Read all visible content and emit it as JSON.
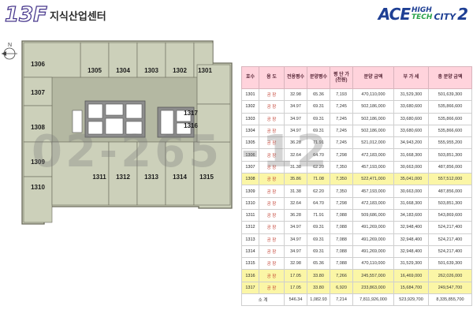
{
  "header": {
    "floor": "13F",
    "floor_name": "지식산업센터",
    "logo_ace": "ACE",
    "logo_high": "HIGH",
    "logo_tech": "TECH",
    "logo_city": "CITY",
    "logo_num": "2"
  },
  "plan": {
    "north_label": "N",
    "rooms_top": [
      "1305",
      "1304",
      "1303",
      "1302",
      "1301"
    ],
    "rooms_left": [
      "1306",
      "1307",
      "1308",
      "1309",
      "1310"
    ],
    "rooms_bottom": [
      "1311",
      "1312",
      "1313",
      "1314",
      "1315"
    ],
    "rooms_right": [
      "1317",
      "1316"
    ]
  },
  "watermark": "02-265 -12",
  "table": {
    "headers": [
      "호수",
      "용 도",
      "전용평수",
      "분양평수",
      "평 단 가\n(천원)",
      "분양 금액",
      "부 가 세",
      "총 분양 금액"
    ],
    "rows": [
      {
        "unit": "1301",
        "use": "공 장",
        "net": "32.98",
        "sale": "65.36",
        "ppp": "7,193",
        "price": "470,110,000",
        "vat": "31,529,300",
        "total": "501,639,300",
        "hl": false
      },
      {
        "unit": "1302",
        "use": "공 장",
        "net": "34.97",
        "sale": "69.31",
        "ppp": "7,245",
        "price": "502,186,000",
        "vat": "33,680,600",
        "total": "535,866,600",
        "hl": false
      },
      {
        "unit": "1303",
        "use": "공 장",
        "net": "34.97",
        "sale": "69.31",
        "ppp": "7,245",
        "price": "502,186,000",
        "vat": "33,680,600",
        "total": "535,866,600",
        "hl": false
      },
      {
        "unit": "1304",
        "use": "공 장",
        "net": "34.97",
        "sale": "69.31",
        "ppp": "7,245",
        "price": "502,186,000",
        "vat": "33,680,600",
        "total": "535,866,600",
        "hl": false
      },
      {
        "unit": "1305",
        "use": "공 장",
        "net": "36.28",
        "sale": "71.91",
        "ppp": "7,245",
        "price": "521,012,000",
        "vat": "34,943,200",
        "total": "555,955,200",
        "hl": false
      },
      {
        "unit": "1306",
        "use": "공 장",
        "net": "32.64",
        "sale": "64.70",
        "ppp": "7,298",
        "price": "472,183,000",
        "vat": "31,668,300",
        "total": "503,851,300",
        "hl": false
      },
      {
        "unit": "1307",
        "use": "공 장",
        "net": "31.38",
        "sale": "62.20",
        "ppp": "7,350",
        "price": "457,193,000",
        "vat": "30,663,000",
        "total": "487,856,000",
        "hl": false
      },
      {
        "unit": "1308",
        "use": "공 장",
        "net": "35.86",
        "sale": "71.08",
        "ppp": "7,350",
        "price": "522,471,000",
        "vat": "35,041,000",
        "total": "557,512,000",
        "hl": true
      },
      {
        "unit": "1309",
        "use": "공 장",
        "net": "31.38",
        "sale": "62.20",
        "ppp": "7,350",
        "price": "457,193,000",
        "vat": "30,663,000",
        "total": "487,856,000",
        "hl": false
      },
      {
        "unit": "1310",
        "use": "공 장",
        "net": "32.64",
        "sale": "64.70",
        "ppp": "7,298",
        "price": "472,183,000",
        "vat": "31,668,300",
        "total": "503,851,300",
        "hl": false
      },
      {
        "unit": "1311",
        "use": "공 장",
        "net": "36.28",
        "sale": "71.91",
        "ppp": "7,088",
        "price": "509,686,000",
        "vat": "34,183,600",
        "total": "543,869,600",
        "hl": false
      },
      {
        "unit": "1312",
        "use": "공 장",
        "net": "34.97",
        "sale": "69.31",
        "ppp": "7,088",
        "price": "491,269,000",
        "vat": "32,948,400",
        "total": "524,217,400",
        "hl": false
      },
      {
        "unit": "1313",
        "use": "공 장",
        "net": "34.97",
        "sale": "69.31",
        "ppp": "7,088",
        "price": "491,269,000",
        "vat": "32,948,400",
        "total": "524,217,400",
        "hl": false
      },
      {
        "unit": "1314",
        "use": "공 장",
        "net": "34.97",
        "sale": "69.31",
        "ppp": "7,088",
        "price": "491,269,000",
        "vat": "32,948,400",
        "total": "524,217,400",
        "hl": false
      },
      {
        "unit": "1315",
        "use": "공 장",
        "net": "32.98",
        "sale": "65.36",
        "ppp": "7,088",
        "price": "470,110,000",
        "vat": "31,529,300",
        "total": "501,639,300",
        "hl": false
      },
      {
        "unit": "1316",
        "use": "공 장",
        "net": "17.05",
        "sale": "33.80",
        "ppp": "7,266",
        "price": "245,557,000",
        "vat": "16,469,000",
        "total": "262,026,000",
        "hl": true
      },
      {
        "unit": "1317",
        "use": "공 장",
        "net": "17.05",
        "sale": "33.80",
        "ppp": "6,920",
        "price": "233,863,000",
        "vat": "15,684,700",
        "total": "249,547,700",
        "hl": true
      }
    ],
    "total": {
      "label": "소 계",
      "net": "546.34",
      "sale": "1,082.93",
      "ppp": "7,214",
      "price": "7,811,926,000",
      "vat": "523,929,700",
      "total": "8,335,855,700"
    }
  },
  "colors": {
    "header_bg": "#ffd3dc",
    "highlight": "#fbf6a6",
    "use_text": "#c0392b",
    "room_fill": "#ccd0ba",
    "core_fill": "#8d8d8d",
    "logo_blue": "#1e3f94",
    "logo_green": "#2aa34a"
  }
}
